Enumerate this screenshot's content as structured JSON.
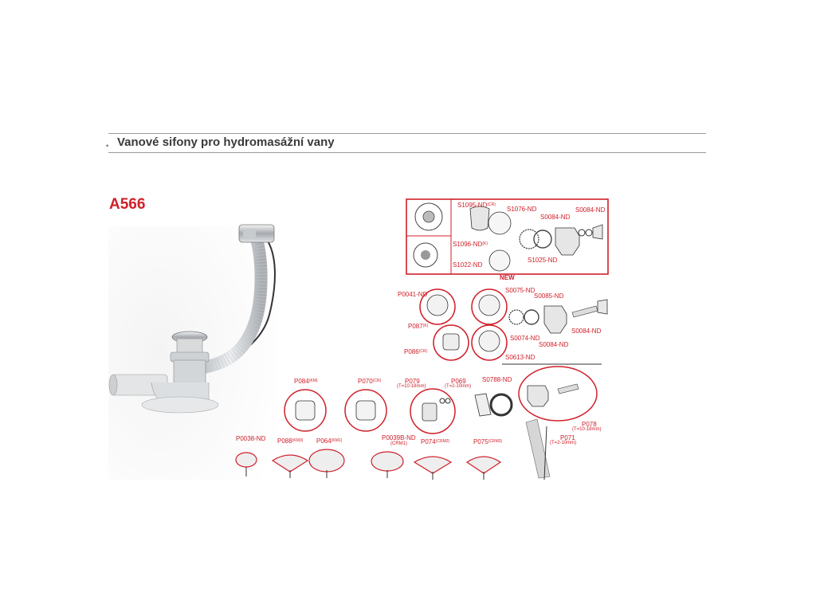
{
  "header": {
    "title": "Vanové sifony pro hydromasážní vany"
  },
  "product": {
    "model": "A566"
  },
  "top_box": {
    "new_label": "NEW",
    "labels": {
      "s1095": "S1095-ND",
      "s1095_sub": "(CR)",
      "s1076": "S1076-ND",
      "s1096": "S1096-ND",
      "s1096_sub": "(K)",
      "s1022": "S1022-ND",
      "s0084a": "S0084-ND",
      "s0084b": "S0084-ND",
      "s1025": "S1025-ND"
    }
  },
  "mid_group": {
    "p0041": "P0041-ND",
    "s0075": "S0075-ND",
    "s0085": "S0085-ND",
    "p087": "P087",
    "p087_sub": "(K)",
    "p086": "P086",
    "p086_sub": "(CR)",
    "s0074": "S0074-ND",
    "s0084c": "S0084-ND",
    "s0084d": "S0084-ND",
    "s0613": "S0613-ND"
  },
  "bottom_group": {
    "p084": "P084",
    "p084_sub": "(KM)",
    "p070": "P070",
    "p070_sub": "(CR)",
    "p079": "P079",
    "p079_sub": "(T=10-18mm)",
    "p069": "P069",
    "p069_sub": "(T=2-10mm)",
    "s0788": "S0788-ND",
    "p078": "P078",
    "p078_sub": "(T=10-18mm)",
    "p071": "P071",
    "p071_sub": "(T=2-10mm)",
    "p0038": "P0038-ND",
    "p088": "P088",
    "p088_sub": "(KM3)",
    "p064": "P064",
    "p064_sub": "(KM1)",
    "p0039b": "P0039B-ND",
    "p0039b_sub": "(CRM1)",
    "p074": "P074",
    "p074_sub": "(CRM2)",
    "p075": "P075",
    "p075_sub": "(CRM3)"
  },
  "colors": {
    "accent": "#d0202a",
    "text": "#3a3a3a",
    "rule": "#9a9a9a"
  }
}
